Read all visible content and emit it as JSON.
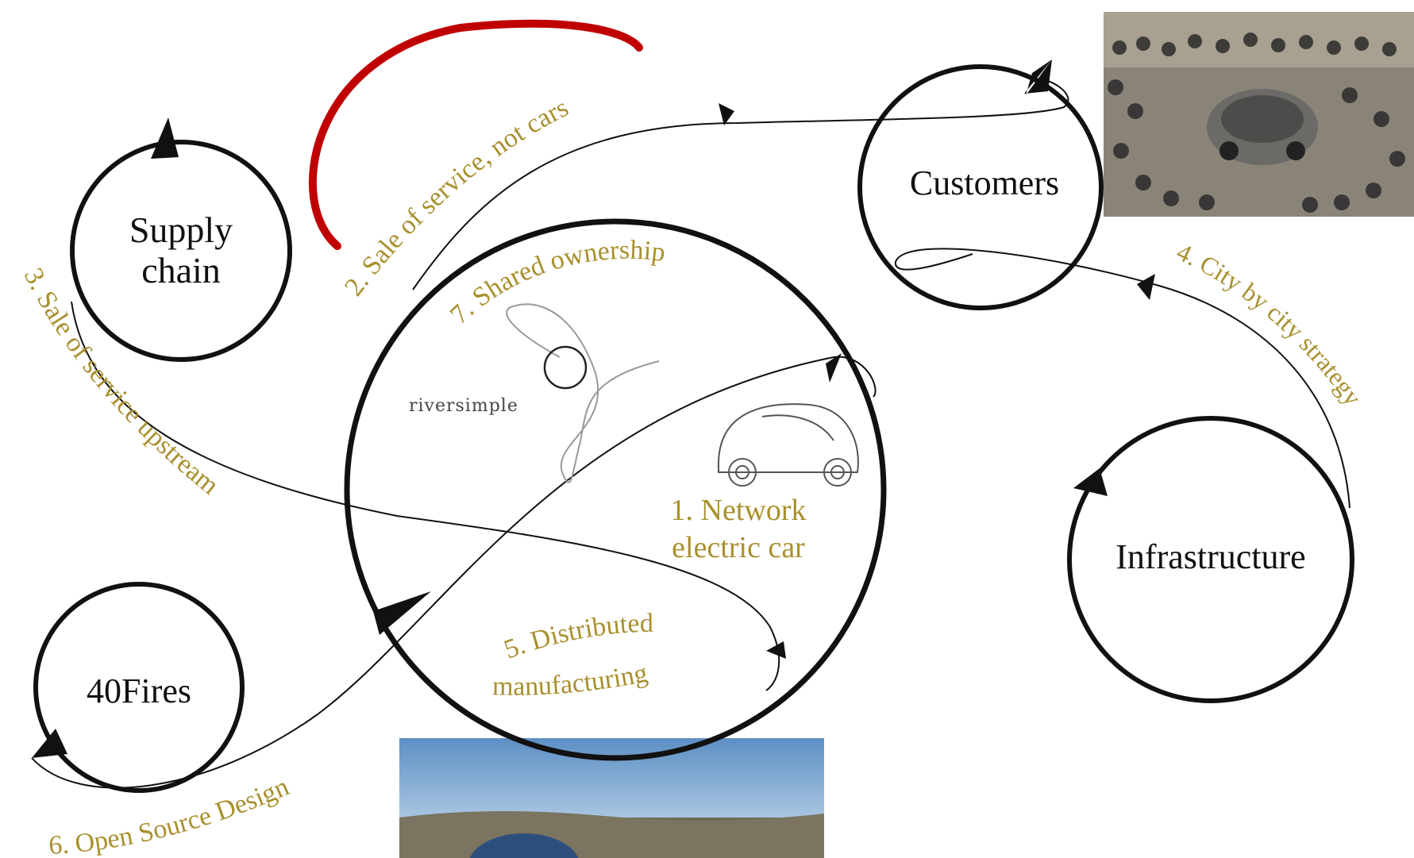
{
  "nodes": {
    "supply_chain": {
      "line1": "Supply",
      "line2": "chain"
    },
    "customers": {
      "label": "Customers"
    },
    "infrastructure": {
      "label": "Infrastructure"
    },
    "forty_fires": {
      "label": "40Fires"
    },
    "center": {
      "logo_text": "riversimple",
      "car_label_line1": "1. Network",
      "car_label_line2": "electric car"
    }
  },
  "flows": {
    "f1": "2. Sale of service, not cars",
    "f2": "3. Sale of service upstream",
    "f3": "4. City by city strategy",
    "f4": "6. Open Source Design",
    "f5": "7. Shared ownership",
    "f6_line1": "5. Distributed",
    "f6_line2": "manufacturing"
  },
  "colors": {
    "label_gold": "#a8902e",
    "outline": "#111111",
    "highlight_arc": "#c00000"
  },
  "photos": {
    "crowd": "crowd-photo",
    "car_field": "car-photo"
  }
}
